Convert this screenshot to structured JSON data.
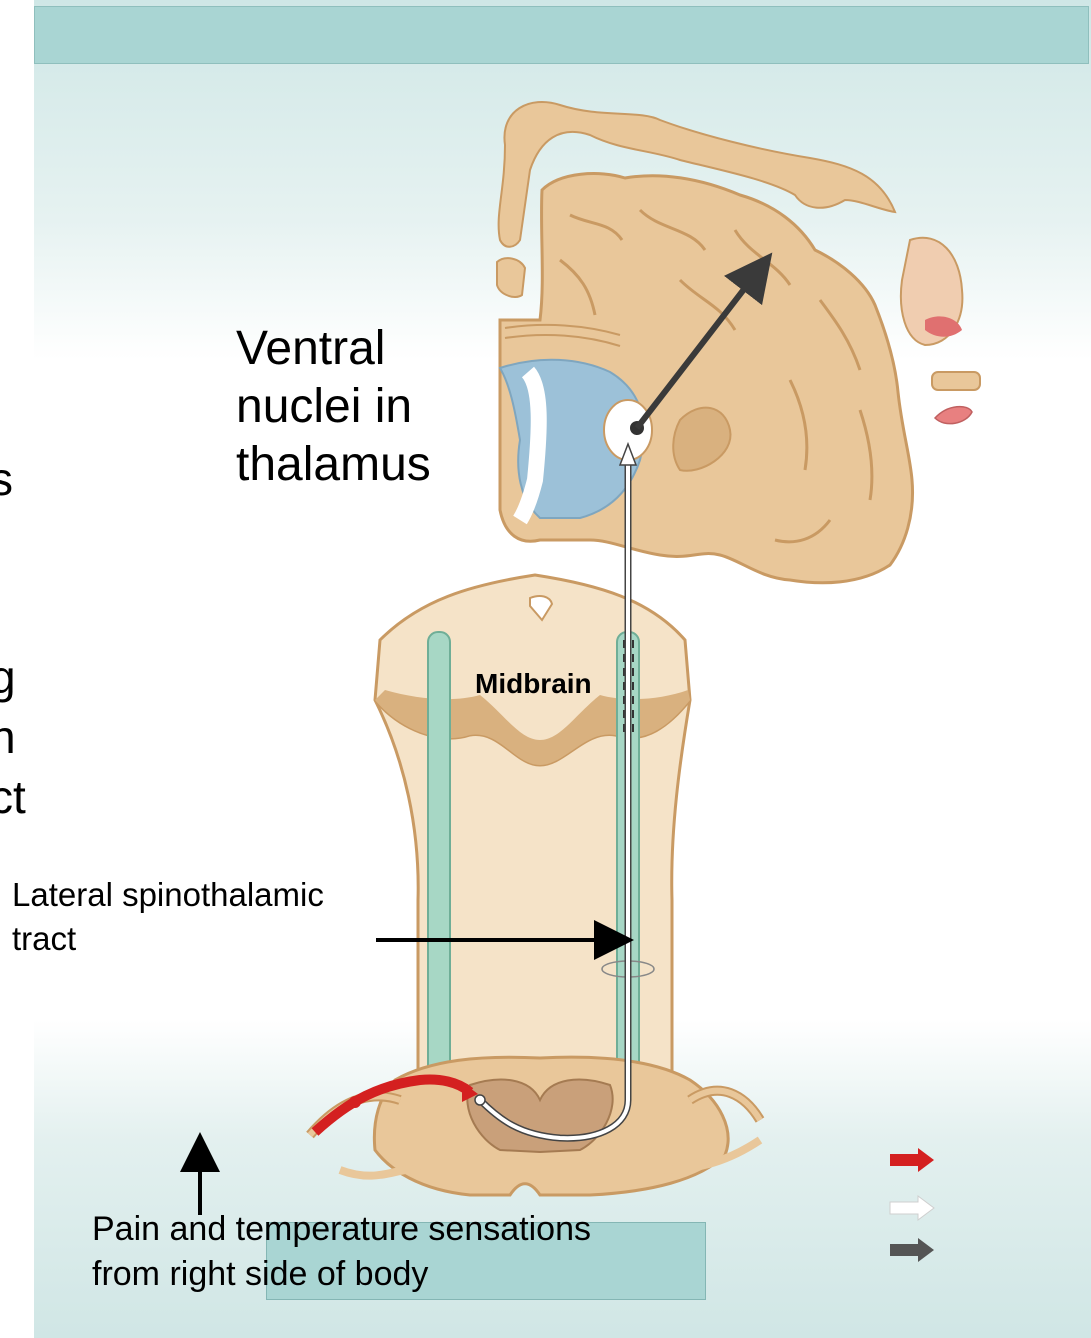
{
  "labels": {
    "thalamus": "Ventral nuclei in thalamus",
    "midbrain": "Midbrain",
    "tract": "Lateral spinothalamic tract",
    "source": "Pain and temperature sensations from right side of body"
  },
  "cut_text": [
    "s",
    "g",
    "n",
    "ct"
  ],
  "legend_arrows": [
    {
      "color": "#d42020"
    },
    {
      "color": "#ffffff"
    },
    {
      "color": "#555555"
    }
  ],
  "colors": {
    "tissue": "#e9c79a",
    "tissue_dark": "#c99a63",
    "tract": "#a7d7c5",
    "ventricle": "#9cc1d8",
    "pathway_red": "#d42020"
  }
}
